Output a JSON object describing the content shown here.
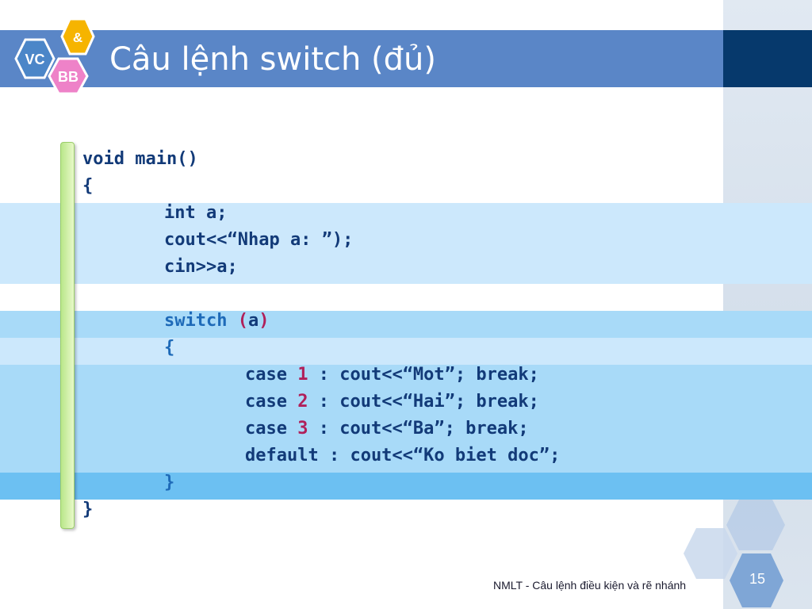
{
  "slide": {
    "title": "Câu lệnh switch (đủ)",
    "logo": {
      "top": "&",
      "left": "VC",
      "bottom": "BB"
    },
    "footer": "NMLT - Câu lệnh điều kiện và rẽ nhánh",
    "page_number": "15"
  },
  "code": {
    "l1": "void main()",
    "l2": "{",
    "l3": "int a;",
    "l4": "cout<<“Nhap a: ”);",
    "l5": "cin>>a;",
    "l6_kw": "switch",
    "l6_open": "(",
    "l6_var": "a",
    "l6_close": ")",
    "l7": "{",
    "c1_kw": "case",
    "c1_num": "1",
    "c1_rest": " : cout<<“Mot”; break;",
    "c2_kw": "case",
    "c2_num": "2",
    "c2_rest": " : cout<<“Hai”; break;",
    "c3_kw": "case",
    "c3_num": "3",
    "c3_rest": " : cout<<“Ba”; break;",
    "default_line": "default : cout<<“Ko biet doc”;",
    "l12": "}",
    "l13": "}"
  },
  "colors": {
    "title_bar": "#5a86c7",
    "title_bar_dark": "#06396c",
    "code_text": "#123a78",
    "number_accent": "#b0205a",
    "brace_accent": "#1e6ab8"
  }
}
